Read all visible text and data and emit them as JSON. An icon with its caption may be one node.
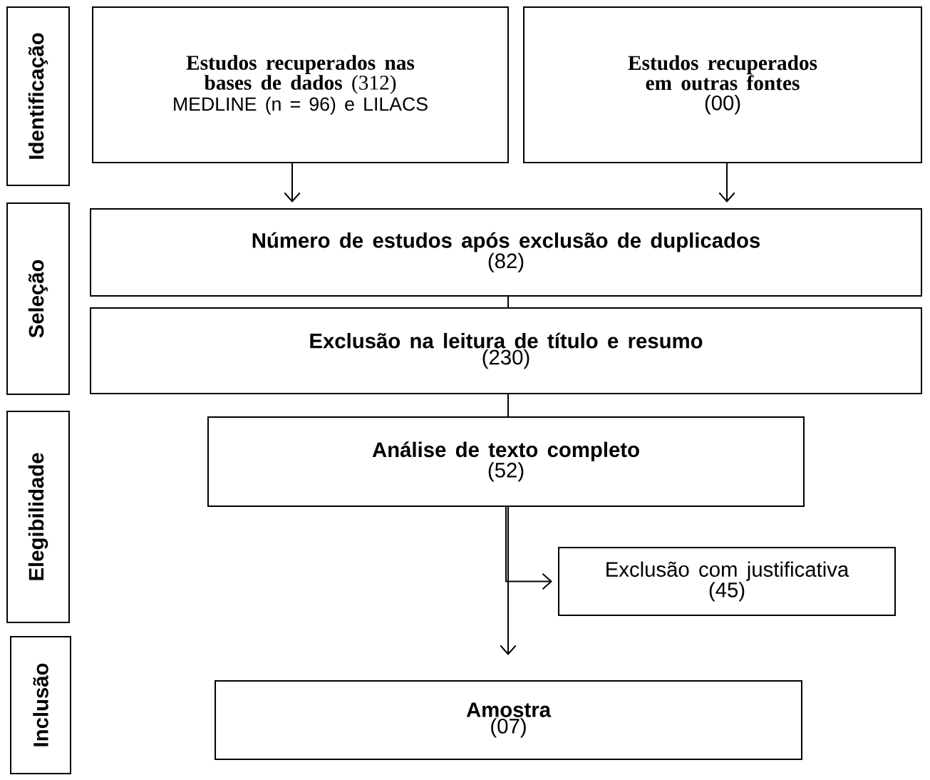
{
  "diagram": {
    "nodes": [
      {
        "text": [
          "Identificação"
        ]
      },
      {
        "text": [
          "Seleção"
        ]
      },
      {
        "text": [
          "Elegibilidade"
        ]
      },
      {
        "text": [
          "Inclusão"
        ]
      },
      {
        "text": [
          "**Estudos recuperados nas bases de dados** (312)",
          "MEDLINE (n = 96) e LILACS"
        ]
      },
      {
        "text": [
          "Estudos recuperados em outras fontes",
          "(00)"
        ]
      },
      {
        "text": [
          "Número de estudos após exclusão de duplicados",
          "(82)"
        ]
      },
      {
        "text": [
          "Exclusão na leitura de título e resumo",
          "(230)"
        ]
      },
      {
        "text": [
          "Análise de texto completo",
          "(52)"
        ]
      },
      {
        "text": [
          "Exclusão com justificativa",
          "(45)"
        ]
      },
      {
        "text": [
          "Amostra",
          "(07)"
        ]
      }
    ],
    "edges": [
      {
        "from": 4,
        "to": 6,
        "arrow": "to"
      },
      {
        "from": 5,
        "to": 6,
        "arrow": "to"
      },
      {
        "from": 6,
        "to": 7,
        "arrow": "none"
      },
      {
        "from": 7,
        "to": 8,
        "arrow": "none"
      },
      {
        "from": 8,
        "to": 9,
        "arrow": "to"
      },
      {
        "from": 8,
        "to": 10,
        "arrow": "to"
      }
    ]
  }
}
